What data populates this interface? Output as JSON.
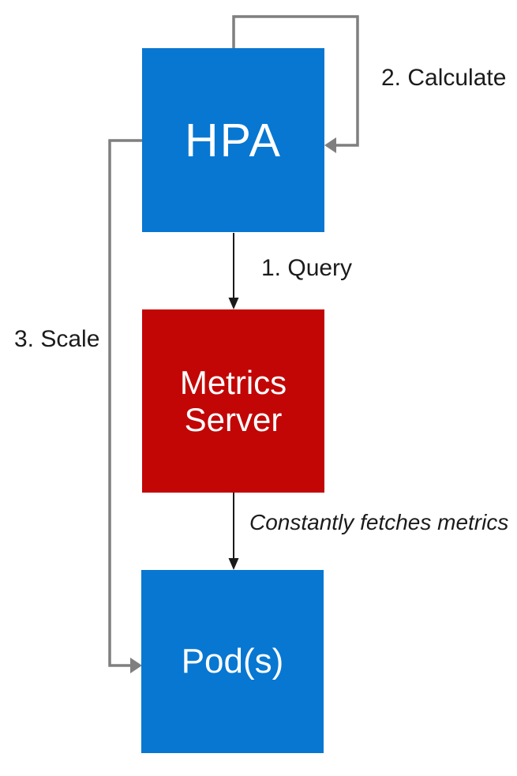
{
  "diagram": {
    "nodes": {
      "hpa": {
        "label": "HPA",
        "fill_color": "#0777d2",
        "text_color": "#ffffff"
      },
      "metrics_server": {
        "label": "Metrics Server",
        "fill_color": "#c20606",
        "text_color": "#ffffff"
      },
      "pods": {
        "label": "Pod(s)",
        "fill_color": "#0777d2",
        "text_color": "#ffffff"
      }
    },
    "edges": {
      "query": {
        "label": "1. Query",
        "from": "hpa",
        "to": "metrics_server",
        "color": "#1a1a1a"
      },
      "calculate": {
        "label": "2. Calculate",
        "from": "hpa",
        "to": "hpa",
        "color": "#7f7f7f"
      },
      "scale": {
        "label": "3. Scale",
        "from": "hpa",
        "to": "pods",
        "color": "#7f7f7f"
      },
      "fetch": {
        "label": "Constantly fetches metrics",
        "from": "metrics_server",
        "to": "pods",
        "color": "#1a1a1a"
      }
    },
    "colors": {
      "background": "#ffffff",
      "node_blue": "#0777d2",
      "node_red": "#c20606",
      "arrow_black": "#1a1a1a",
      "arrow_gray": "#7f7f7f",
      "label_text": "#1b1b1b"
    }
  }
}
